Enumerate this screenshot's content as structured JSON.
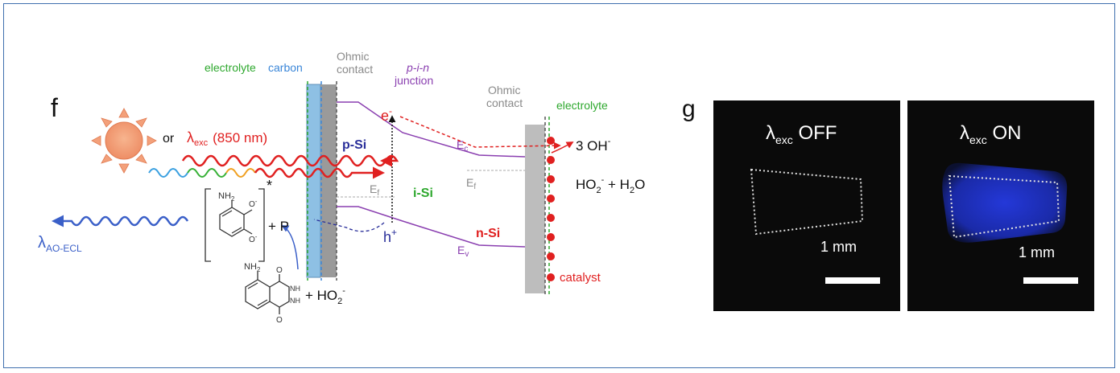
{
  "panel_f": {
    "label": "f",
    "labels": {
      "electrolyte_left": "electrolyte",
      "carbon": "carbon",
      "ohmic_left_1": "Ohmic",
      "ohmic_left_2": "contact",
      "junction_1": "p-i-n",
      "junction_2": "junction",
      "ohmic_right_1": "Ohmic",
      "ohmic_right_2": "contact",
      "electrolyte_right": "electrolyte",
      "or": "or",
      "lambda_exc": "λ",
      "exc_sub": "exc",
      "exc_nm": "(850 nm)",
      "p_si": "p-Si",
      "i_si": "i-Si",
      "n_si": "n-Si",
      "electron": "e",
      "electron_sup": "-",
      "hole": "h",
      "hole_sup": "+",
      "ec": "E",
      "ec_sub": "c",
      "ef": "E",
      "ef_sub": "f",
      "ev": "E",
      "ev_sub": "v",
      "oh": "3 OH",
      "oh_sup": "-",
      "ho2_h2o_1": "HO",
      "ho2_h2o_sub": "2",
      "ho2_h2o_sup": "-",
      "ho2_h2o_2": " + H",
      "ho2_h2o_sub2": "2",
      "ho2_h2o_3": "O",
      "catalyst": "catalyst",
      "lambda_aoecl": "λ",
      "aoecl_sub": "AO-ECL",
      "plus_p": "+ P",
      "star": "*",
      "plus_ho2": "+ HO",
      "plus_ho2_sub": "2",
      "plus_ho2_sup": "-",
      "nh2_a": "NH",
      "nh2_a_sub": "2",
      "nh2_b": "NH",
      "nh2_b_sub": "2",
      "o_minus_1": "O",
      "o_minus_2": "O",
      "o_minus_sup": "-",
      "nh_1": "NH",
      "nh_2": "NH",
      "o_1": "O",
      "o_2": "O",
      "o_3": "O",
      "o_4": "O"
    }
  },
  "panel_g": {
    "label": "g",
    "off": {
      "lambda": "λ",
      "sub": "exc",
      "state": " OFF",
      "scale": "1 mm"
    },
    "on": {
      "lambda": "λ",
      "sub": "exc",
      "state": " ON",
      "scale": "1 mm"
    }
  },
  "colors": {
    "red": "#e02020",
    "purple": "#8a3fb0",
    "green": "#2ea82e",
    "blue": "#3a86d8",
    "navy": "#2a2f9a",
    "gray": "#9a9a9a",
    "sun": "#f3a07a"
  }
}
